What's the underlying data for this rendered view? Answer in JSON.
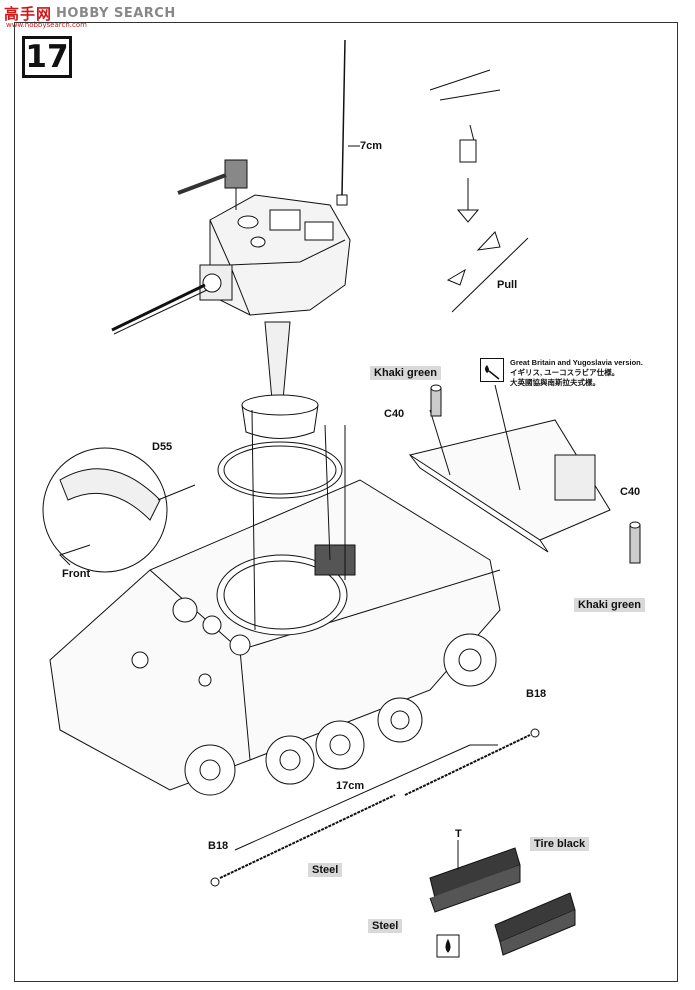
{
  "watermark": {
    "logo_cn": "高手网",
    "logo_en": "HOBBY SEARCH",
    "logo_url": "www.hobbysearch.com"
  },
  "step": {
    "number": "17"
  },
  "labels": {
    "antenna_length": "7cm",
    "pull": "Pull",
    "front": "Front",
    "turret_ring_part": "D55",
    "part_c40_left": "C40",
    "part_c40_right": "C40",
    "track_length": "17cm",
    "part_b18_right": "B18",
    "part_b18_left": "B18",
    "track_marker": "T"
  },
  "color_tags": {
    "khaki_left": "Khaki green",
    "khaki_right": "Khaki green",
    "steel_mid": "Steel",
    "steel_bottom": "Steel",
    "tire_black": "Tire black"
  },
  "version_note": {
    "line1": "Great Britain and Yugoslavia version.",
    "line2": "イギリス, ユーコスラビア仕様。",
    "line3": "大英國協與南斯拉夫式樣。"
  },
  "colors": {
    "accent_red": "#d01818",
    "tag_gray": "#d9d9d9",
    "track_dark": "#3a3a3a",
    "line": "#111111"
  },
  "icons": [
    "candle-icon",
    "drop-icon",
    "arrow-down-icon",
    "paint-drop-icon"
  ]
}
